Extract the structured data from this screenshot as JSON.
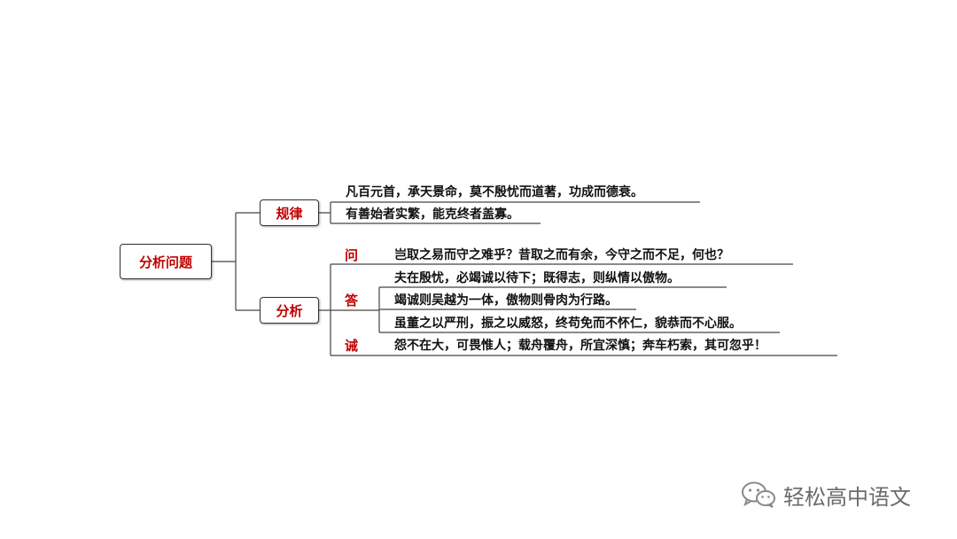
{
  "root": {
    "label": "分析问题"
  },
  "branches": [
    {
      "label": "规律",
      "leaves": [
        "凡百元首，承天景命，莫不殷忧而道著，功成而德衰。",
        "有善始者实繁，能克终者盖寡。"
      ]
    },
    {
      "label": "分析",
      "groups": [
        {
          "tag": "问",
          "leaves": [
            "岂取之易而守之难乎？昔取之而有余，今守之而不足，何也？"
          ]
        },
        {
          "tag": "答",
          "leaves": [
            "夫在殷忧，必竭诚以待下；既得志，则纵情以傲物。",
            "竭诚则吴越为一体，傲物则骨肉为行路。",
            "虽董之以严刑，振之以威怒，终苟免而不怀仁，貌恭而不心服。"
          ]
        },
        {
          "tag": "诫",
          "leaves": [
            "怨不在大，可畏惟人；载舟覆舟，所宜深慎；奔车朽索，其可忽乎！"
          ]
        }
      ]
    }
  ],
  "watermark": {
    "text": "轻松高中语文",
    "icon": "wechat-icon"
  }
}
